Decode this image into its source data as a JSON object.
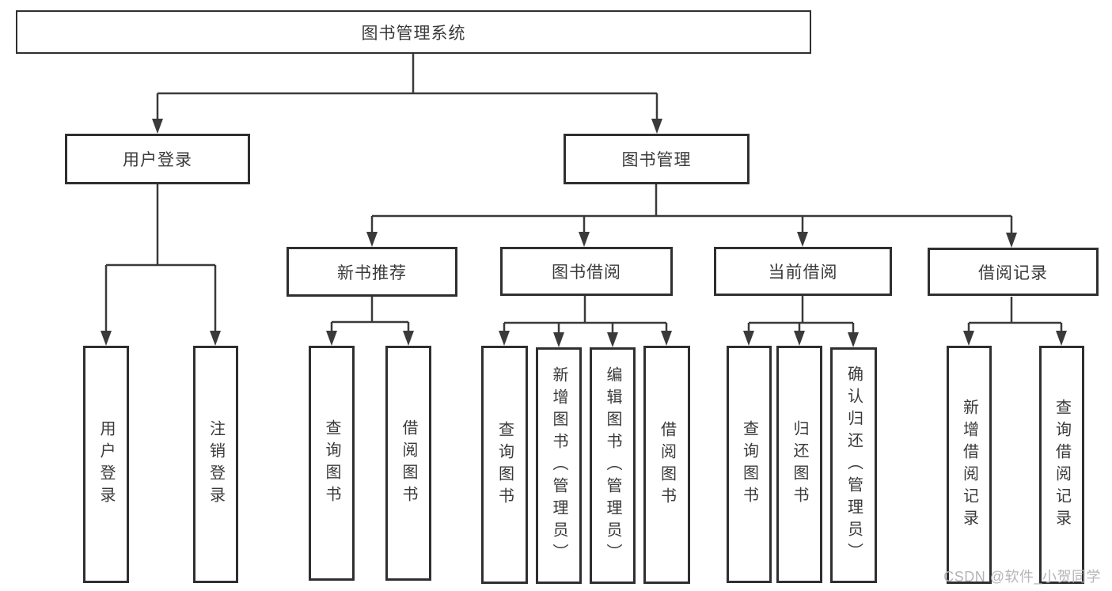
{
  "diagram": {
    "type": "tree",
    "line_color": "#3a3a3a",
    "box_border_color": "#2f2f2f",
    "text_color": "#3a3a3a",
    "watermark": "CSDN @软件_小贺同学",
    "watermark_color": "#b5b5b5",
    "nodes": {
      "root": "图书管理系统",
      "user_login": "用户登录",
      "book_mgmt": "图书管理",
      "leaf_user_login": "用户登录",
      "leaf_logout": "注销登录",
      "new_book_rec": "新书推荐",
      "book_borrow": "图书借阅",
      "current_borrow": "当前借阅",
      "borrow_record": "借阅记录",
      "nbr_query": "查询图书",
      "nbr_borrow": "借阅图书",
      "bb_query": "查询图书",
      "bb_add": "新增图书（管理员）",
      "bb_edit": "编辑图书（管理员）",
      "bb_borrow": "借阅图书",
      "cb_query": "查询图书",
      "cb_return": "归还图书",
      "cb_confirm": "确认归还（管理员）",
      "br_add": "新增借阅记录",
      "br_query": "查询借阅记录"
    },
    "hierarchy": {
      "图书管理系统": {
        "用户登录": [
          "用户登录",
          "注销登录"
        ],
        "图书管理": {
          "新书推荐": [
            "查询图书",
            "借阅图书"
          ],
          "图书借阅": [
            "查询图书",
            "新增图书（管理员）",
            "编辑图书（管理员）",
            "借阅图书"
          ],
          "当前借阅": [
            "查询图书",
            "归还图书",
            "确认归还（管理员）"
          ],
          "借阅记录": [
            "新增借阅记录",
            "查询借阅记录"
          ]
        }
      }
    }
  }
}
